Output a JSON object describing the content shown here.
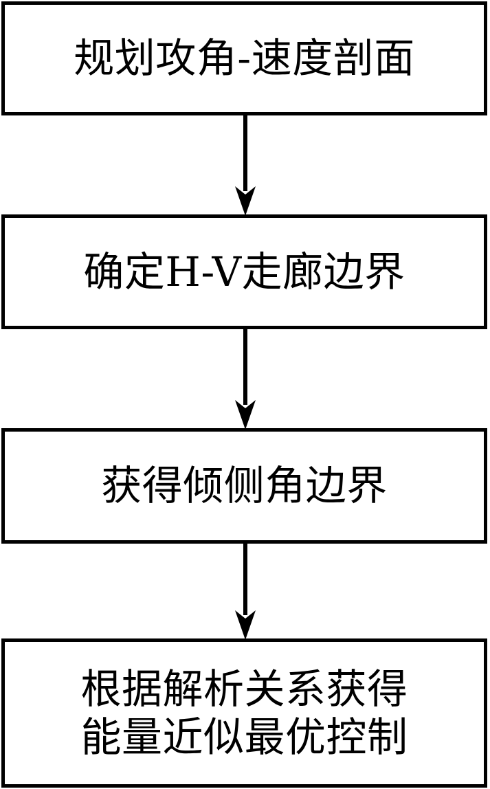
{
  "diagram": {
    "type": "flowchart",
    "orientation": "vertical-top-to-bottom",
    "background_color": "#ffffff",
    "line_color": "#000000",
    "text_color": "#000000",
    "nodes": [
      {
        "id": "node-1",
        "shape": "rectangle",
        "label": "规划攻角-速度剖面",
        "lines": [
          "规划攻角-速度剖面"
        ]
      },
      {
        "id": "node-2",
        "shape": "rectangle",
        "label": "确定H-V走廊边界",
        "lines": [
          "确定H-V走廊边界"
        ]
      },
      {
        "id": "node-3",
        "shape": "rectangle",
        "label": "获得倾侧角边界",
        "lines": [
          "获得倾侧角边界"
        ]
      },
      {
        "id": "node-4",
        "shape": "rectangle",
        "label": "根据解析关系获得\n能量近似最优控制",
        "lines": [
          "根据解析关系获得",
          "能量近似最优控制"
        ]
      }
    ],
    "connectors": [
      {
        "id": "conn-1",
        "from": "node-1",
        "to": "node-2",
        "style": "solid-arrow-down",
        "label": ""
      },
      {
        "id": "conn-2",
        "from": "node-2",
        "to": "node-3",
        "style": "solid-arrow-down",
        "label": ""
      },
      {
        "id": "conn-3",
        "from": "node-3",
        "to": "node-4",
        "style": "solid-arrow-down",
        "label": ""
      }
    ]
  }
}
